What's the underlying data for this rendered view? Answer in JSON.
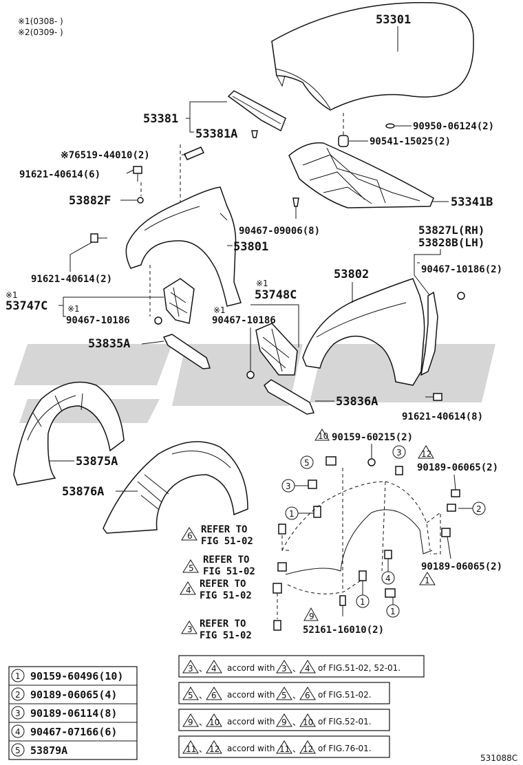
{
  "colors": {
    "ink": "#111111",
    "watermark": "#d6d6d6",
    "paper": "#ffffff"
  },
  "notes": {
    "n1": "※1(0308-       )",
    "n2": "※2(0309-       )"
  },
  "parts": {
    "p53301": "53301",
    "p53381": "53381",
    "p53381a": "53381A",
    "p76519": "※76519-44010(2)",
    "p90950": "90950-06124(2)",
    "p90541": "90541-15025(2)",
    "p91621_6": "91621-40614(6)",
    "p53882f": "53882F",
    "p53341b": "53341B",
    "p90467_09006": "90467-09006(8)",
    "p53827l": "53827L(RH)",
    "p53828b": "53828B(LH)",
    "p53801": "53801",
    "p91621_2": "91621-40614(2)",
    "p90467_10186_2": "90467-10186(2)",
    "p53802": "53802",
    "mark_747c": "※1",
    "p53747c": "53747C",
    "mark_748c": "※1",
    "p53748c": "53748C",
    "mark_10186a": "※1",
    "p90467_10186a": "90467-10186",
    "mark_10186b": "※1",
    "p90467_10186b": "90467-10186",
    "p53835a": "53835A",
    "p53836a": "53836A",
    "p91621_8": "91621-40614(8)",
    "p53875a": "53875A",
    "p53876a": "53876A",
    "p90159_60215": "90159-60215(2)",
    "p90189_06065a": "90189-06065(2)",
    "p90189_06065b": "90189-06065(2)",
    "p52161": "52161-16010(2)"
  },
  "markers": {
    "c1": "1",
    "c2": "2",
    "c3": "3",
    "c4": "4",
    "c5": "5",
    "t6": "6",
    "t5": "5",
    "t4": "4",
    "t3": "3",
    "t9": "9",
    "t10": "10",
    "t11": "1",
    "t12": "12"
  },
  "refer": {
    "r6": {
      "num": "6",
      "line1": "REFER TO",
      "line2": "FIG 51-02"
    },
    "r5": {
      "num": "5",
      "line1": "REFER TO",
      "line2": "FIG 51-02"
    },
    "r4": {
      "num": "4",
      "line1": "REFER TO",
      "line2": "FIG 51-02"
    },
    "r3": {
      "num": "3",
      "line1": "REFER TO",
      "line2": "FIG 51-02"
    }
  },
  "legend": [
    {
      "num": "1",
      "part": "90159-60496(10)"
    },
    {
      "num": "2",
      "part": "90189-06065(4)"
    },
    {
      "num": "3",
      "part": "90189-06114(8)"
    },
    {
      "num": "4",
      "part": "90467-07166(6)"
    },
    {
      "num": "5",
      "part": "53879A"
    }
  ],
  "accord": [
    {
      "a": "3",
      "b": "4",
      "c": "3",
      "d": "4",
      "of": "of FIG.51-02, 52-01."
    },
    {
      "a": "5",
      "b": "6",
      "c": "5",
      "d": "6",
      "of": "of FIG.51-02."
    },
    {
      "a": "9",
      "b": "10",
      "c": "9",
      "d": "10",
      "of": "of FIG.52-01."
    },
    {
      "a": "11",
      "b": "12",
      "c": "11",
      "d": "12",
      "of": "of FIG.76-01."
    }
  ],
  "accord_word": "accord with",
  "accord_sep": "、",
  "figure_code": "531088C"
}
